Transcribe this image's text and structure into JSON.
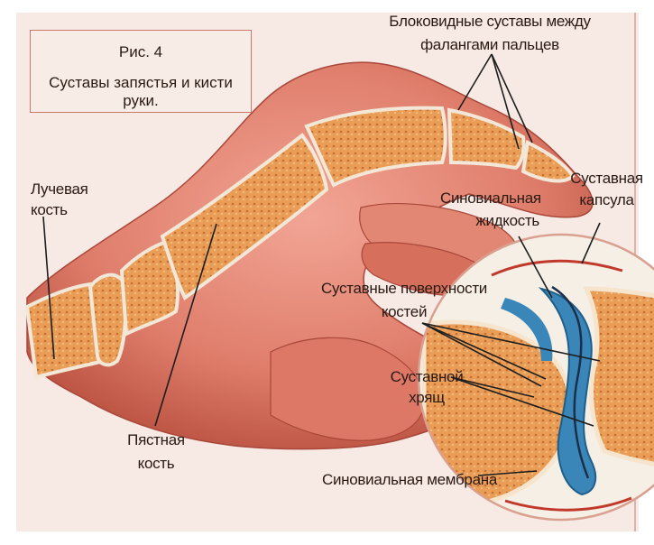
{
  "figure": {
    "caption_line1": "Рис. 4",
    "caption_line2": "Суставы запястья и кисти руки."
  },
  "labels": {
    "interphalangeal_line1": "Блоковидные суставы между",
    "interphalangeal_line2": "фалангами пальцев",
    "radius_line1": "Лучевая",
    "radius_line2": "кость",
    "synovial_fluid_line1": "Синовиальная",
    "synovial_fluid_line2": "жидкость",
    "capsule_line1": "Суставная",
    "capsule_line2": "капсула",
    "surfaces_line1": "Суставные поверхности",
    "surfaces_line2": "костей",
    "cartilage_line1": "Суставной",
    "cartilage_line2": "хрящ",
    "metacarpal_line1": "Пястная",
    "metacarpal_line2": "кость",
    "membrane": "Синовиальная мембрана"
  },
  "colors": {
    "page_bg": "#f7e9e4",
    "skin": "#e07e6c",
    "skin_dark": "#b9503f",
    "bone": "#e8a25a",
    "bone_edge": "#f3e7d8",
    "cartilage_blue": "#3a86b8",
    "capsule_red": "#c0392b"
  }
}
